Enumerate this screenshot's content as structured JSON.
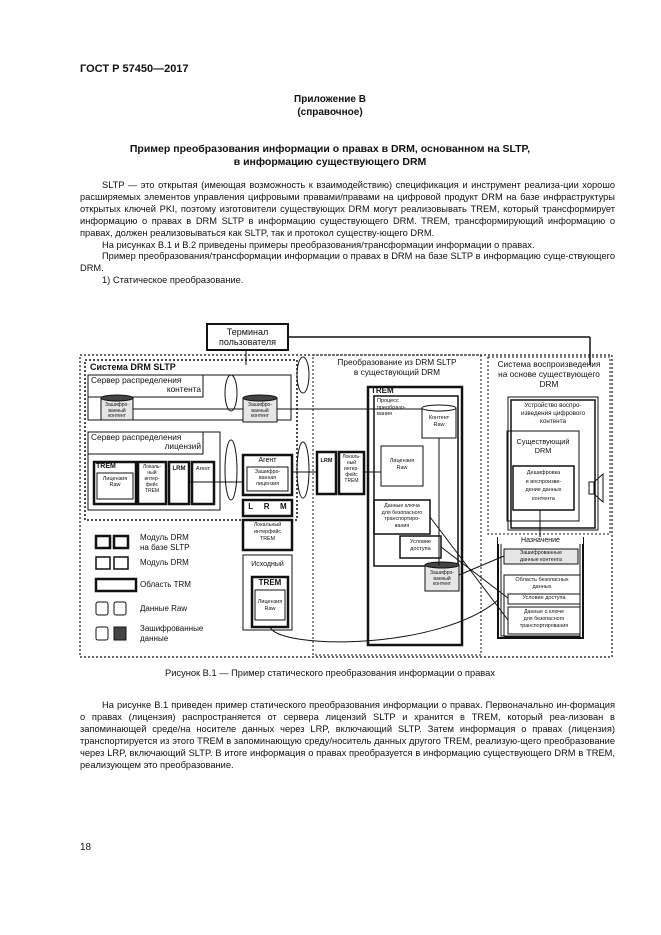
{
  "header": {
    "standard": "ГОСТ Р 57450—2017"
  },
  "appendix": {
    "title": "Приложение В",
    "note": "(справочное)"
  },
  "heading": {
    "line1": "Пример преобразования информации о правах в DRM, основанном на SLTP,",
    "line2": "в информацию существующего DRM"
  },
  "paragraphs": [
    "SLTP — это открытая (имеющая возможность к взаимодействию) спецификация и инструмент реализа-ции хорошо расширяемых элементов управления цифровыми правами/правами на цифровой продукт DRM на базе инфраструктуры открытых ключей PKI, поэтому изготовители существующих DRM могут реализовывать TREM, который трансформирует информацию о правах в DRM SLTP в информацию существующего DRM. TREM, трансформирующий информацию о правах, должен реализовываться как SLTP, так и протокол существу-ющего DRM.",
    "На рисунках В.1 и В.2 приведены примеры преобразования/трансформации информации о правах.",
    "Пример преобразования/трансформации информации о правах в DRM на базе SLTP в информацию суще-ствующего DRM.",
    "1) Статическое преобразование."
  ],
  "figure": {
    "terminal": [
      "Терминал",
      "пользователя"
    ],
    "sltp_system": "Система DRM SLTP",
    "content_server": [
      "Сервер распределения",
      "контента"
    ],
    "license_server": [
      "Сервер распределения",
      "лицензий"
    ],
    "encrypted_content": [
      "Зашифро-",
      "ванный",
      "контент"
    ],
    "trem": "TREM",
    "license_raw": [
      "Лицензия",
      "Raw"
    ],
    "local_interface": [
      "Локаль-",
      "ный",
      "интер-",
      "фейс",
      "TREM"
    ],
    "lrm": "LRM",
    "agent": "Агент",
    "encrypted_license": [
      "Зашифро-",
      "ванная",
      "лицензия"
    ],
    "lrm_letters": [
      "L",
      "R",
      "M"
    ],
    "local_interface_trem": [
      "Локальный",
      "интерфейс",
      "TREM"
    ],
    "source": "Исходный",
    "conversion_title": [
      "Преобразование из DRM SLTP",
      "в существующий DRM"
    ],
    "conversion_process": [
      "Процесс",
      "преобразо-",
      "вания"
    ],
    "content_raw": [
      "Контент",
      "Raw"
    ],
    "secure_transport_key": [
      "Данные ключа",
      "для безопасного",
      "транспортиро-",
      "вания"
    ],
    "access_condition": [
      "Условие",
      "доступа"
    ],
    "playback_system": [
      "Система воспроизведения",
      "на основе существующего",
      "DRM"
    ],
    "playback_device": [
      "Устройство воспро-",
      "изведения цифрового",
      "контента"
    ],
    "existing_drm": [
      "Существующий",
      "DRM"
    ],
    "decrypt_play": [
      "Дешифровка",
      "и воспроизве-",
      "дение данных",
      "контента"
    ],
    "destination": "Назначение",
    "encrypted_content_data": [
      "Зашифрованные",
      "данные контента"
    ],
    "secure_area": [
      "Область безопасных",
      "данных"
    ],
    "access_condition_one": "Условие доступа",
    "secure_key_data": [
      "Данные о ключе",
      "для безопасного",
      "транспортирования"
    ],
    "legend": {
      "sltp_module": [
        "Модуль DRM",
        "на базе SLTP"
      ],
      "drm_module": "Модуль DRM",
      "trm_area": "Область TRM",
      "raw_data": "Данные Raw",
      "encrypted_data": [
        "Зашифрованные",
        "данные"
      ]
    }
  },
  "caption": "Рисунок В.1 — Пример статического преобразования информации о правах",
  "after_paragraph": "На рисунке В.1 приведен пример статического преобразования информации о правах. Первоначально ин-формация о правах (лицензия) распространяется от сервера лицензий SLTP и хранится в TREM, который реа-лизован в запоминающей среде/на носителе данных через LRP, включающий SLTP. Затем информация о правах (лицензия) транспортируется из этого TREM в запоминающую среду/носитель данных другого TREM, реализую-щего преобразование через LRP, включающий SLTP. В итоге информация о правах преобразуется в информацию существующего DRM в TREM, реализующем это преобразование.",
  "page_number": "18"
}
